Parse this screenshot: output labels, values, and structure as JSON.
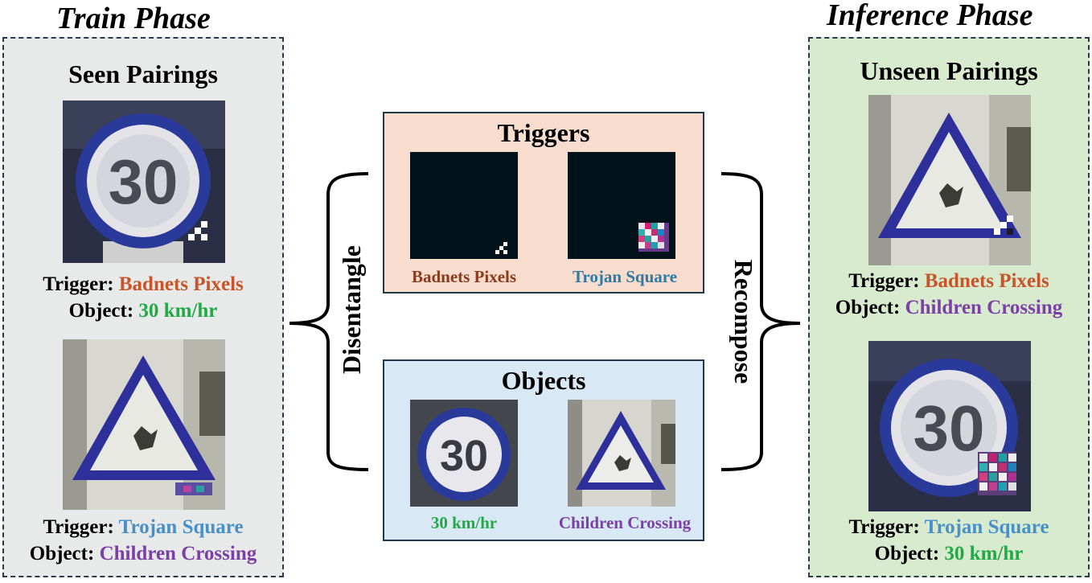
{
  "train": {
    "heading": "Train Phase",
    "panel_title": "Seen Pairings",
    "items": [
      {
        "trigger_label": "Trigger:",
        "trigger_value": "Badnets Pixels",
        "object_label": "Object:",
        "object_value": "30 km/hr"
      },
      {
        "trigger_label": "Trigger:",
        "trigger_value": "Trojan Square",
        "object_label": "Object:",
        "object_value": "Children Crossing"
      }
    ]
  },
  "inference": {
    "heading": "Inference Phase",
    "panel_title": "Unseen Pairings",
    "items": [
      {
        "trigger_label": "Trigger:",
        "trigger_value": "Badnets Pixels",
        "object_label": "Object:",
        "object_value": "Children Crossing"
      },
      {
        "trigger_label": "Trigger:",
        "trigger_value": "Trojan Square",
        "object_label": "Object:",
        "object_value": "30 km/hr"
      }
    ]
  },
  "triggers": {
    "title": "Triggers",
    "labels": [
      "Badnets Pixels",
      "Trojan Square"
    ]
  },
  "objects": {
    "title": "Objects",
    "labels": [
      "30 km/hr",
      "Children Crossing"
    ]
  },
  "arrows": {
    "left": "Disentangle",
    "right": "Recompose"
  },
  "sign_text": "30",
  "colors": {
    "badnets": "#c8552a",
    "trojan": "#4a90c8",
    "speed": "#22a845",
    "children": "#7b3fa5",
    "train_bg": "#e8eaea",
    "inference_bg": "#d8ebcf",
    "triggers_bg": "#f8dccd",
    "objects_bg": "#d9e8f5",
    "badnets_dark": "#8a3b1e",
    "trojan_dark": "#2e7aa5"
  }
}
